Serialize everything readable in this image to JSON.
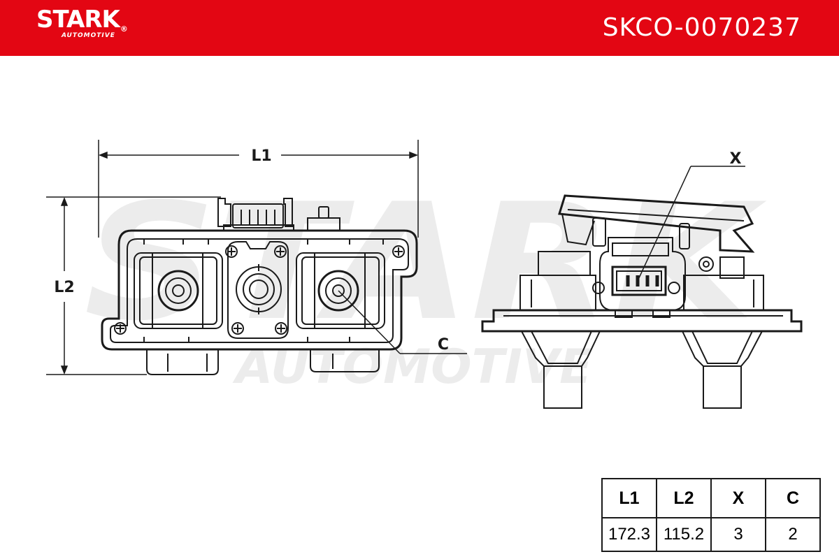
{
  "header": {
    "brand_name": "STARK",
    "brand_sub": "AUTOMOTIVE",
    "part_number": "SKCO-0070237",
    "background_color": "#e30613"
  },
  "drawing": {
    "watermark_main": "STARK",
    "watermark_sub": "AUTOMOTIVE",
    "dimension_labels": {
      "l1": "L1",
      "l2": "L2",
      "x": "X",
      "c": "C"
    }
  },
  "spec_table": {
    "headers": [
      "L1",
      "L2",
      "X",
      "C"
    ],
    "values": [
      "172.3",
      "115.2",
      "3",
      "2"
    ]
  }
}
